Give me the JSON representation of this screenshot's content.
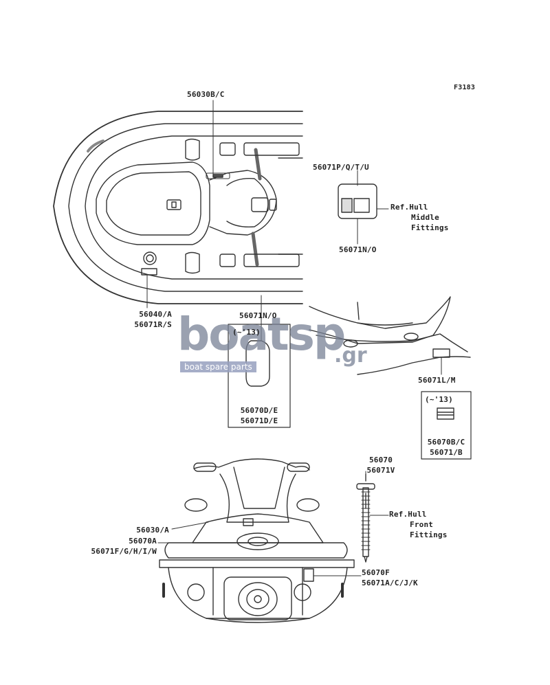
{
  "figure_id": "F3183",
  "labels": {
    "top_hull_seat": "56030B/C",
    "upper_group_1": "56071P/Q/T/U",
    "ref_hull_middle": [
      "Ref.Hull",
      "Middle",
      "Fittings"
    ],
    "upper_group_2": "56071N/O",
    "left_decal": [
      "56040/A",
      "56071R/S"
    ],
    "center_decal": "56071N/O",
    "box1_note": "(~'13)",
    "box1_parts": [
      "56070D/E",
      "56071D/E"
    ],
    "seat_decal": "56071L/M",
    "box2_note": "(~'13)",
    "box2_parts": [
      "56070B/C",
      "56071/B"
    ],
    "front_parts": [
      "56070",
      "56071V"
    ],
    "ref_hull_front": [
      "Ref.Hull",
      "Front",
      "Fittings"
    ],
    "rear_left_1": "56030/A",
    "rear_left_2": [
      "56070A",
      "56071F/G/H/I/W"
    ],
    "rear_right": [
      "56070F",
      "56071A/C/J/K"
    ]
  },
  "watermark": {
    "main": "boatsp",
    "suffix": ".gr",
    "tagline": "boat spare parts"
  }
}
